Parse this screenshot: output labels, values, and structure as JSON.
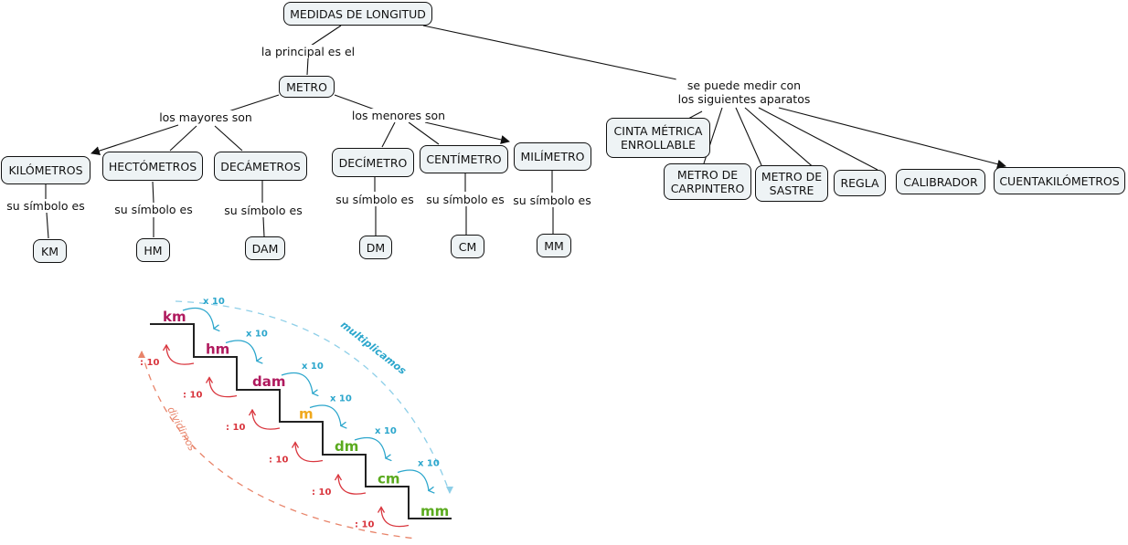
{
  "title": "MEDIDAS DE LONGITUD",
  "concepts": {
    "root": "MEDIDAS DE LONGITUD",
    "metro": "METRO",
    "km": "KILÓMETROS",
    "hm": "HECTÓMETROS",
    "dam_name": "DECÁMETROS",
    "dm_name": "DECÍMETRO",
    "cm_name": "CENTÍMETRO",
    "mm_name": "MILÍMETRO",
    "sym_km": "KM",
    "sym_hm": "HM",
    "sym_dam": "DAM",
    "sym_dm": "DM",
    "sym_cm": "CM",
    "sym_mm": "MM",
    "cinta": "CINTA MÉTRICA\nENROLLABLE",
    "carpintero": "METRO DE\nCARPINTERO",
    "sastre": "METRO DE\nSASTRE",
    "regla": "REGLA",
    "calibrador": "CALIBRADOR",
    "cuenta": "CUENTAKILÓMETROS"
  },
  "links": {
    "principal": "la principal es el",
    "mayores": "los mayores son",
    "menores": "los menores son",
    "aparatos": "se puede medir con\nlos siguientes aparatos",
    "simbolo": "su símbolo es"
  },
  "stairs": {
    "units": [
      "km",
      "hm",
      "dam",
      "m",
      "dm",
      "cm",
      "mm"
    ],
    "multiply_label": "x 10",
    "divide_label": ": 10",
    "multiply_caption": "multiplicamos",
    "divide_caption": "dividimos"
  },
  "colors": {
    "node_fill": "#eef3f5",
    "big_units": "#b01a5e",
    "metro_unit": "#f0a81c",
    "small_units": "#5aaa1e",
    "multiply": "#2ba6cc",
    "divide": "#d9363e",
    "divide_caption": "#e8846a"
  }
}
